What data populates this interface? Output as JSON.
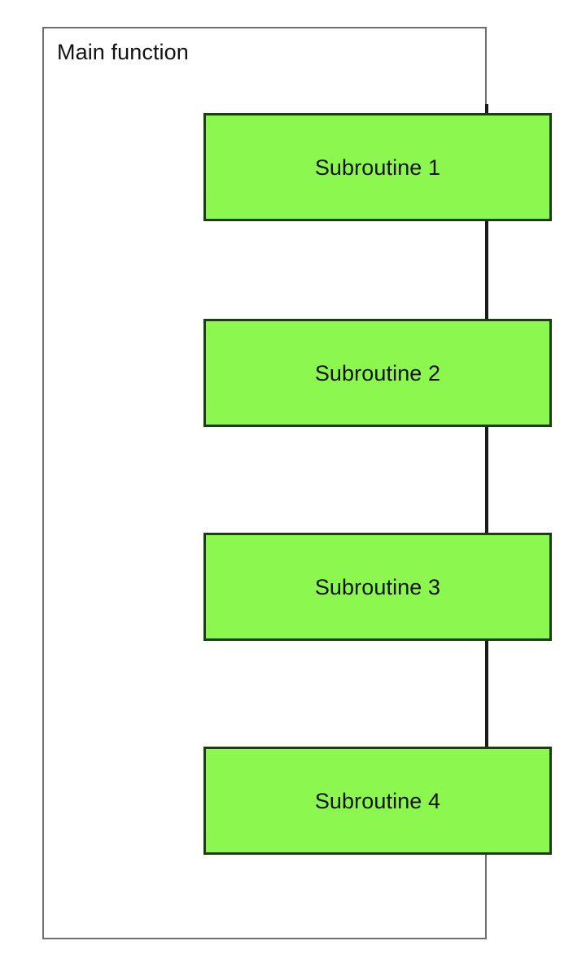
{
  "diagram": {
    "title": "Main function",
    "type": "flowchart",
    "container": {
      "label": "Main function",
      "border_color": "#6e6e6e",
      "fill": "transparent"
    },
    "node_fill_color": "#8cf84f",
    "node_border_color": "#1d3d11",
    "connector_color": "#1a1a1a",
    "text_color": "#121212",
    "nodes": [
      {
        "label": "Subroutine 1"
      },
      {
        "label": "Subroutine 2"
      },
      {
        "label": "Subroutine 3"
      },
      {
        "label": "Subroutine 4"
      }
    ]
  }
}
